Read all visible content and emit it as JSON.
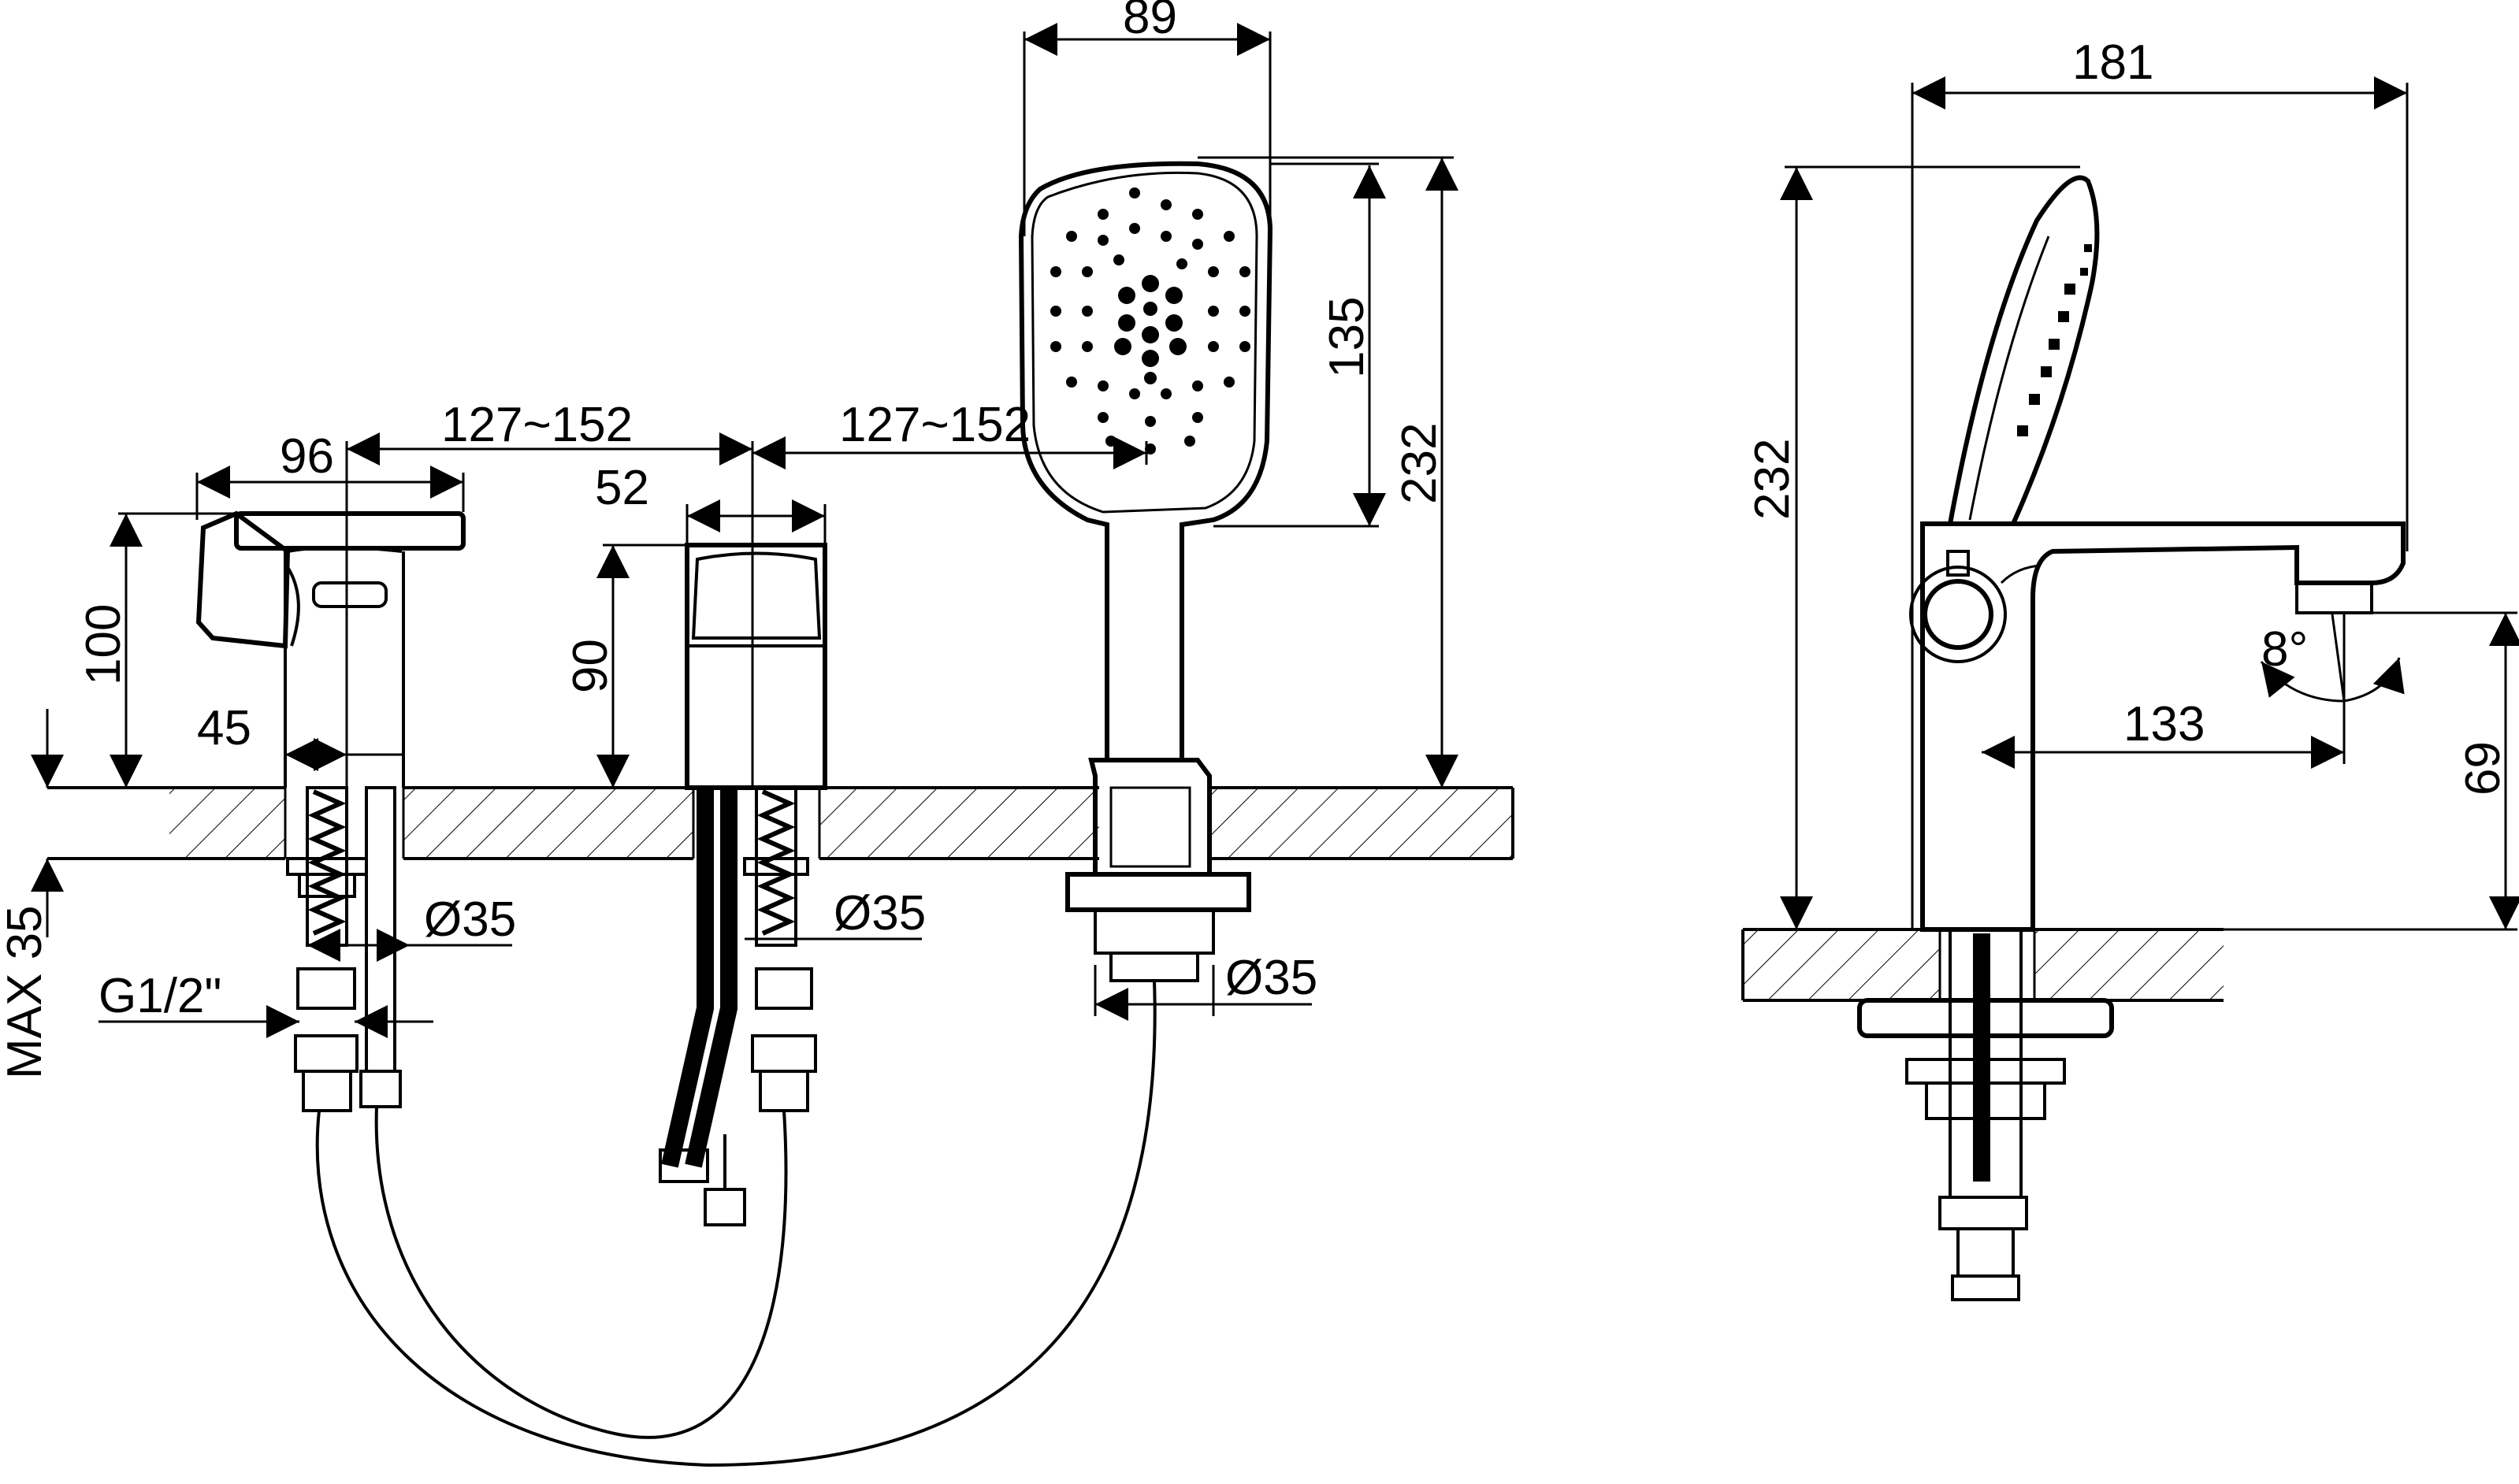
{
  "front_view": {
    "width_96": "96",
    "spacing_left": "127~152",
    "spacing_right": "127~152",
    "width_52": "52",
    "width_89": "89",
    "height_100": "100",
    "height_90": "90",
    "height_135": "135",
    "height_232": "232",
    "offset_45": "45",
    "dia_left": "Ø35",
    "dia_middle": "Ø35",
    "dia_right": "Ø35",
    "thread": "G1/2\"",
    "max_thickness": "MAX 35"
  },
  "side_view": {
    "depth_181": "181",
    "height_232": "232",
    "reach_133": "133",
    "height_69": "69",
    "angle": "8°"
  }
}
